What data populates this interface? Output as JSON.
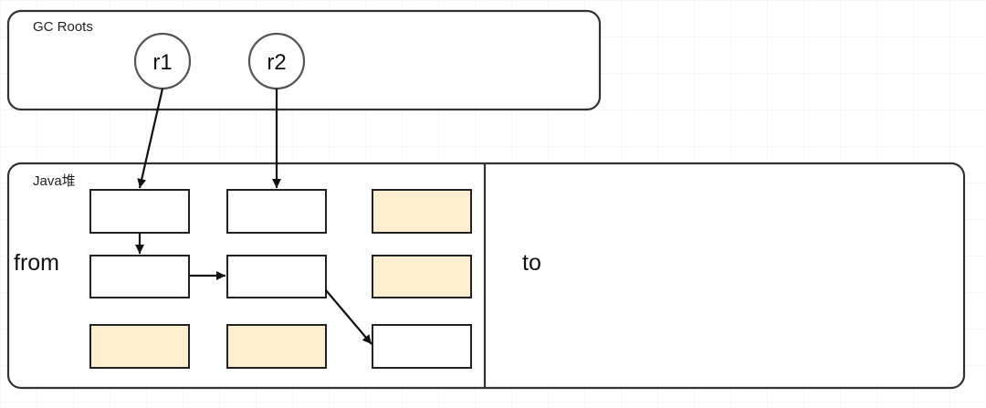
{
  "gc_roots": {
    "label": "GC Roots",
    "roots": [
      {
        "id": "r1",
        "label": "r1"
      },
      {
        "id": "r2",
        "label": "r2"
      }
    ]
  },
  "heap": {
    "label": "Java堆",
    "from_label": "from",
    "to_label": "to"
  },
  "colors": {
    "border": "#333333",
    "live_object": "#ffffff",
    "garbage_object": "#fcefcf",
    "arrow": "#111111"
  }
}
